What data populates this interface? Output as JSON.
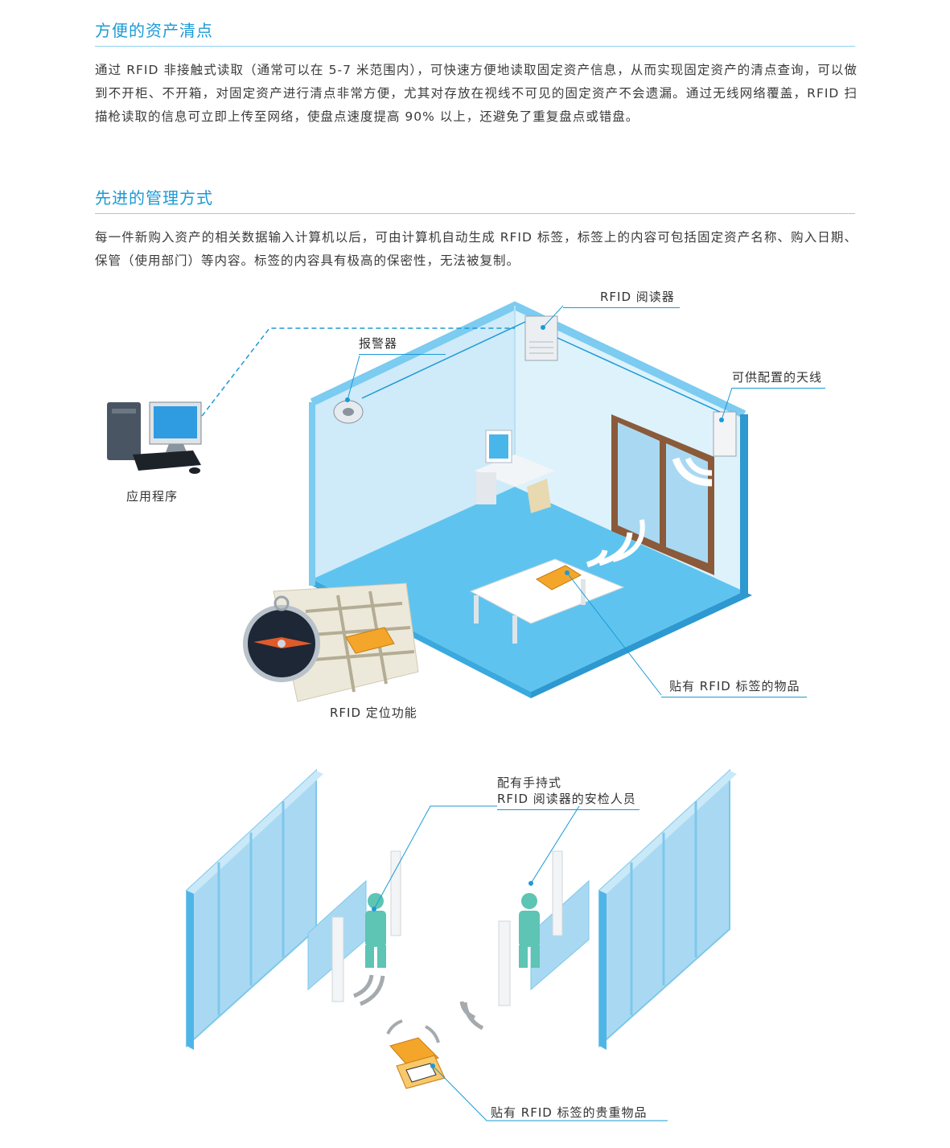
{
  "sections": [
    {
      "title": "方便的资产清点",
      "paragraph": "通过 RFID 非接触式读取（通常可以在 5-7 米范围内），可快速方便地读取固定资产信息，从而实现固定资产的清点查询，可以做到不开柜、不开箱，对固定资产进行清点非常方便，尤其对存放在视线不可见的固定资产不会遗漏。通过无线网络覆盖，RFID 扫描枪读取的信息可立即上传至网络，使盘点速度提高 90% 以上，还避免了重复盘点或错盘。"
    },
    {
      "title": "先进的管理方式",
      "paragraph": "每一件新购入资产的相关数据输入计算机以后，可由计算机自动生成 RFID 标签，标签上的内容可包括固定资产名称、购入日期、保管（使用部门）等内容。标签的内容具有极高的保密性，无法被复制。"
    }
  ],
  "diagram1": {
    "labels": {
      "reader": "RFID 阅读器",
      "alarm": "报警器",
      "antenna": "可供配置的天线",
      "app": "应用程序",
      "tagged_item": "贴有 RFID 标签的物品",
      "locate": "RFID 定位功能"
    }
  },
  "diagram2": {
    "labels": {
      "guard_line1": "配有手持式",
      "guard_line2": "RFID 阅读器的安检人员",
      "valuables": "贴有 RFID 标签的贵重物品"
    }
  },
  "colors": {
    "accent": "#1b9ad6",
    "room_floor": "#5ec4ef",
    "room_wall": "#c4e7f7",
    "glass": "#a9d9f2"
  }
}
